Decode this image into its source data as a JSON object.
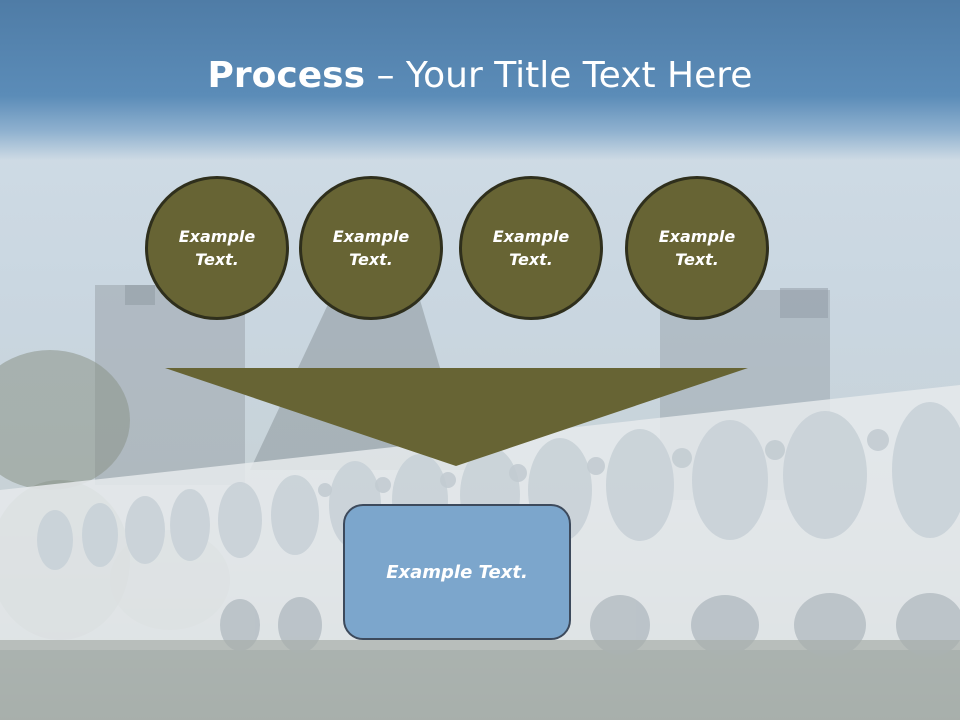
{
  "slide": {
    "title_bold": "Process",
    "title_rest": " – Your Title Text Here",
    "circles": [
      {
        "label": "Example Text."
      },
      {
        "label": "Example Text."
      },
      {
        "label": "Example Text."
      },
      {
        "label": "Example Text."
      }
    ],
    "result_label": "Example Text."
  },
  "colors": {
    "banner": "#5b8cb8",
    "circle_fill": "#676434",
    "arrow_fill": "#676434",
    "box_fill": "#7ca6cc"
  }
}
